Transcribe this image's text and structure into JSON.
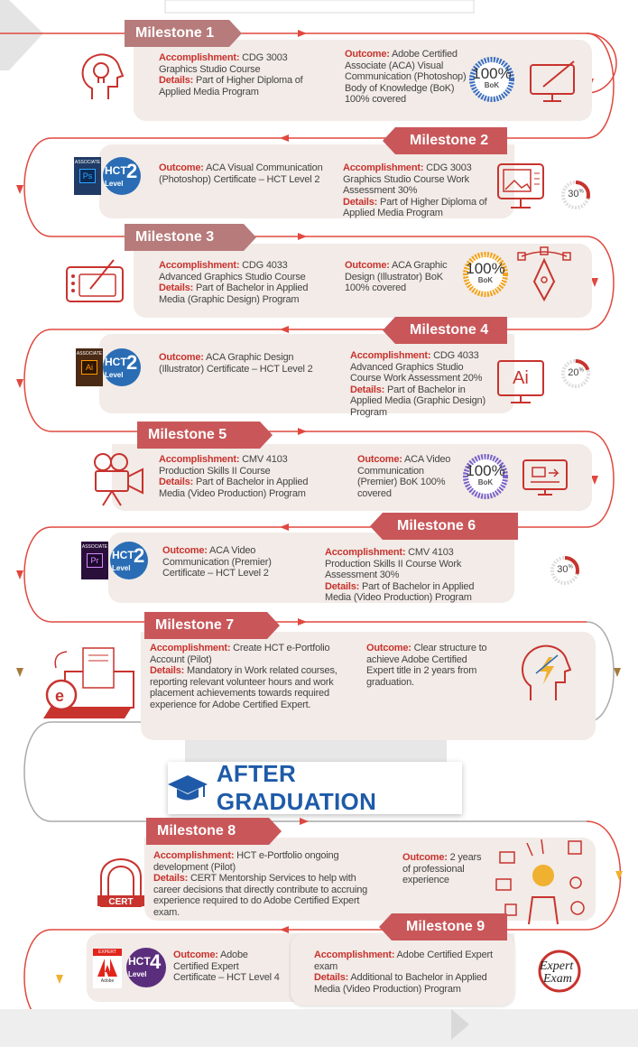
{
  "colors": {
    "milestone_light": "#b77b7b",
    "milestone_dark": "#c9575a",
    "label_red": "#c8332e",
    "path_red": "#e0483f",
    "card_bg": "#f2ebe7",
    "hct_blue": "#2a6db5",
    "hct_purple": "#5b2e7d",
    "after_blue": "#1e5aa8"
  },
  "milestones": [
    {
      "title": "Milestone 1",
      "accomplishment_label": "Accomplishment:",
      "accomplishment": "CDG 3003 Graphics Studio Course",
      "details_label": "Details:",
      "details": "Part of Higher Diploma of Applied Media Program",
      "outcome_label": "Outcome:",
      "outcome": "Adobe Certified Associate (ACA) Visual Communication (Photoshop) Body of Knowledge (BoK) 100% covered",
      "gauge_value": "100%",
      "gauge_label": "BoK"
    },
    {
      "title": "Milestone 2",
      "outcome_label": "Outcome:",
      "outcome": "ACA Visual Communication (Photoshop) Certificate – HCT Level 2",
      "accomplishment_label": "Accomplishment:",
      "accomplishment": "CDG 3003 Graphics Studio Course Work Assessment 30%",
      "details_label": "Details:",
      "details": "Part of Higher Diploma of Applied Media Program",
      "percent": "30",
      "badge_top": "ASSOCIATE",
      "badge_code": "Ps",
      "hct_top": "HCT",
      "hct_level": "Level",
      "hct_num": "2"
    },
    {
      "title": "Milestone 3",
      "accomplishment_label": "Accomplishment:",
      "accomplishment": "CDG 4033 Advanced Graphics Studio Course",
      "details_label": "Details:",
      "details": "Part of Bachelor in Applied Media (Graphic Design) Program",
      "outcome_label": "Outcome:",
      "outcome": "ACA Graphic Design (Illustrator) BoK 100% covered",
      "gauge_value": "100%",
      "gauge_label": "BoK"
    },
    {
      "title": "Milestone 4",
      "outcome_label": "Outcome:",
      "outcome": "ACA Graphic Design (Illustrator) Certificate – HCT Level 2",
      "accomplishment_label": "Accomplishment:",
      "accomplishment": "CDG 4033 Advanced Graphics Studio Course Work Assessment 20%",
      "details_label": "Details:",
      "details": "Part of Bachelor in Applied Media (Graphic Design) Program",
      "percent": "20",
      "badge_top": "ASSOCIATE",
      "badge_code": "Ai",
      "screen_code": "Ai",
      "hct_top": "HCT",
      "hct_level": "Level",
      "hct_num": "2"
    },
    {
      "title": "Milestone 5",
      "accomplishment_label": "Accomplishment:",
      "accomplishment": "CMV 4103 Production Skills II Course",
      "details_label": "Details:",
      "details": "Part of Bachelor in Applied Media (Video Production) Program",
      "outcome_label": "Outcome:",
      "outcome": "ACA Video Communication (Premier) BoK 100% covered",
      "gauge_value": "100%",
      "gauge_label": "BoK"
    },
    {
      "title": "Milestone 6",
      "outcome_label": "Outcome:",
      "outcome": "ACA Video Communication (Premier) Certificate – HCT Level 2",
      "accomplishment_label": "Accomplishment:",
      "accomplishment": "CMV 4103 Production Skills II Course Work Assessment 30%",
      "details_label": "Details:",
      "details": "Part of Bachelor in Applied Media (Video Production) Program",
      "percent": "30",
      "badge_top": "ASSOCIATE",
      "badge_code": "Pr",
      "hct_top": "HCT",
      "hct_level": "Level",
      "hct_num": "2"
    },
    {
      "title": "Milestone 7",
      "accomplishment_label": "Accomplishment:",
      "accomplishment": "Create HCT e-Portfolio Account (Pilot)",
      "details_label": "Details:",
      "details": "Mandatory in Work related courses, reporting relevant volunteer hours and work placement achievements towards required experience for Adobe Certified Expert.",
      "outcome_label": "Outcome:",
      "outcome": "Clear structure to achieve Adobe Certified Expert title in 2 years from graduation."
    },
    {
      "title": "Milestone 8",
      "accomplishment_label": "Accomplishment:",
      "accomplishment": "HCT e-Portfolio ongoing development (Pilot)",
      "details_label": "Details:",
      "details": "CERT Mentorship Services to help with career decisions that directly contribute to accruing experience required to do Adobe Certified Expert exam.",
      "outcome_label": "Outcome:",
      "outcome": "2 years of professional experience",
      "logo_text": "CERT"
    },
    {
      "title": "Milestone 9",
      "outcome_label": "Outcome:",
      "outcome": "Adobe Certified Expert Certificate – HCT Level 4",
      "accomplishment_label": "Accomplishment:",
      "accomplishment": "Adobe Certified Expert exam",
      "details_label": "Details:",
      "details": "Additional to Bachelor in Applied Media (Video Production) Program",
      "badge_top": "EXPERT",
      "badge_brand": "Adobe",
      "hct_top": "HCT",
      "hct_level": "Level",
      "hct_num": "4",
      "stamp_line1": "Expert",
      "stamp_line2": "Exam"
    }
  ],
  "after_graduation": {
    "title": "AFTER GRADUATION",
    "icon": "graduation-cap-icon"
  }
}
